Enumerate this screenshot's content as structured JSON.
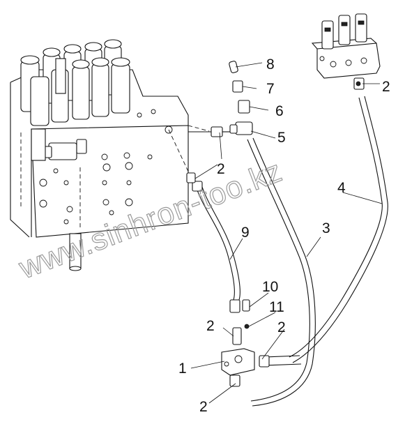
{
  "watermark": "www.sinhron-too.kz",
  "corner_mark": "",
  "callouts": [
    {
      "id": "c1",
      "text": "1"
    },
    {
      "id": "c2a",
      "text": "2"
    },
    {
      "id": "c2b",
      "text": "2"
    },
    {
      "id": "c2c",
      "text": "2"
    },
    {
      "id": "c2d",
      "text": "2"
    },
    {
      "id": "c2e",
      "text": "2"
    },
    {
      "id": "c3",
      "text": "3"
    },
    {
      "id": "c4",
      "text": "4"
    },
    {
      "id": "c5",
      "text": "5"
    },
    {
      "id": "c6",
      "text": "6"
    },
    {
      "id": "c7",
      "text": "7"
    },
    {
      "id": "c8",
      "text": "8"
    },
    {
      "id": "c9",
      "text": "9"
    },
    {
      "id": "c10",
      "text": "10"
    },
    {
      "id": "c11",
      "text": "11"
    }
  ]
}
